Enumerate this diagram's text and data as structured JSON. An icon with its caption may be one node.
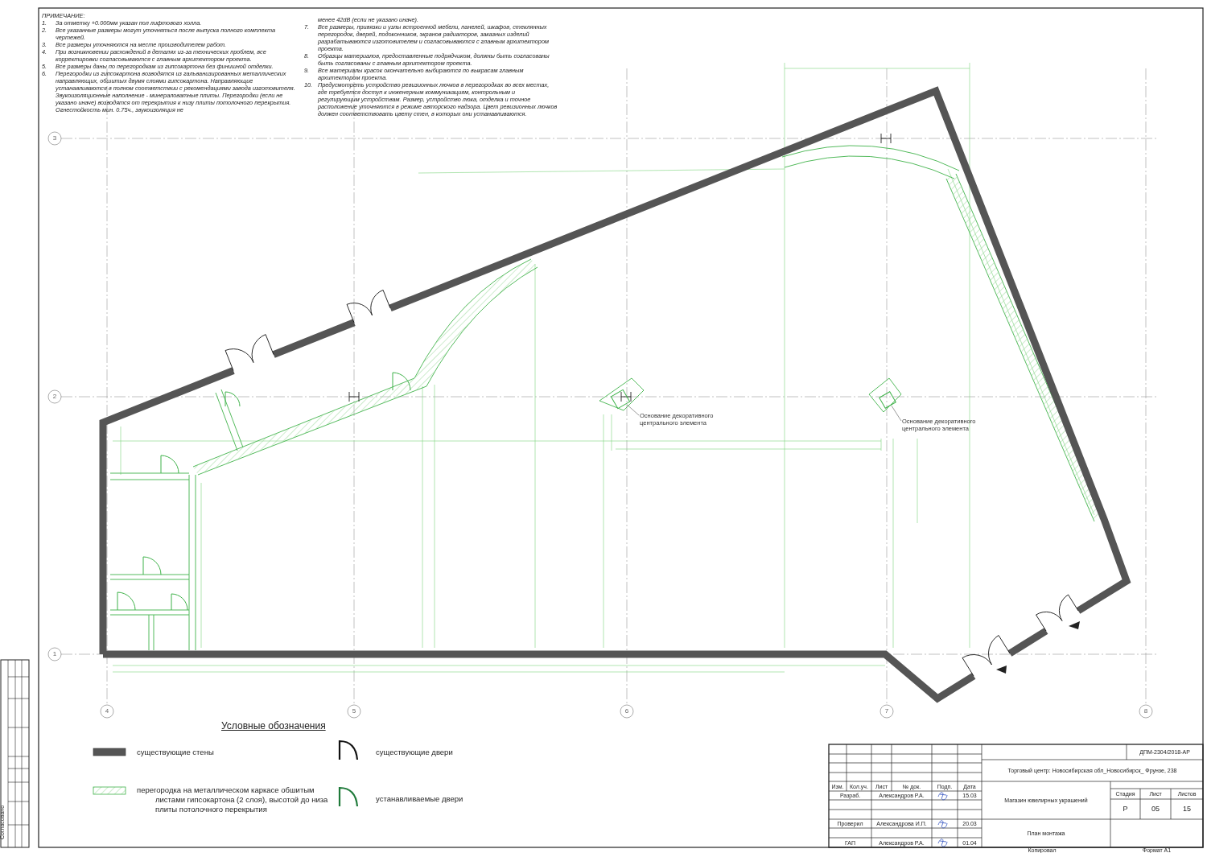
{
  "diagram": {
    "nodes": [
      {
        "text": [
          "Основание декоративного центрального элемента"
        ]
      },
      {
        "text": [],
        "shape": "box"
      },
      {
        "text": [
          "Основание декоративного центрального элемента"
        ]
      },
      {
        "text": [],
        "shape": "box"
      }
    ],
    "edges": [
      {
        "from": 0,
        "to": 1,
        "arrow": "none"
      },
      {
        "from": 2,
        "to": 3,
        "arrow": "none"
      }
    ],
    "labels": [
      "ПРИМЕЧАНИЕ:",
      "1.",
      "За отметку +0.000мм указан пол лифтового холла.",
      "2.",
      "Все указанные размеры могут уточняться после выпуска полного комплекта чертежей.",
      "3.",
      "Все размеры уточняются на месте производителем работ.",
      "4.",
      "При возникновении расхождений в деталях из-за технических проблем, все корректировки согласовываются с главным архитектором проекта.",
      "5.",
      "Все размеры даны по перегородкам из гипсокартона без финишной отделки.",
      "6.",
      "Перегородки из гипсокартона возводятся из гальванизированных металлических направляющих, обшитых двумя слоями гипсокартона. Направляющие устанавливаются в полном соответствии с рекомендациями завода изготовителя. Звукоизоляционные наполнение - минераловатные плиты. Перегородки (если не указано иначе) возводятся от перекрытия к низу плиты потолочного перекрытия. Огнестойкость мин. 0.75ч., звукоизоляция не",
      "менее 42dB (если не указано иначе).",
      "7.",
      "Все размеры, привязки и узлы встроенной мебели, панелей, шкафов, стеклянных перегородок, дверей, подоконников, экранов радиаторов, заказных изделий разрабатываются изготовителем и согласовываются с главным архитектором проекта.",
      "8.",
      "Образцы материалов, предоставленные подрядчиком, должны быть согласованы быть согласованы с главным архитектором проекта.",
      "9.",
      "Все материалы красок окончательно выбираются по выкрасам главным архитектором проекта.",
      "10.",
      "Предусмотреть устройство ревизионных лючков в перегородках во всех местах, где требуется доступ к инженерным коммуникациям, контрольным и регулирующим устройствам. Размер, устройство люка, отделка и точное расположение уточняются в режиме авторского надзора. Цвет ревизионных лючков должен соответствовать цвету стен, в которых они устанавливаются.",
      "3",
      "2",
      "1",
      "4",
      "5",
      "6",
      "7",
      "8",
      "Условные обозначения",
      "ДПМ-2304/2018-АР",
      "Торговый центр: Новосибирская обл_Новосибирск_ Фрунзе, 238",
      "Изм.",
      "Кол.уч.",
      "Лист",
      "№ док.",
      "Подп.",
      "Дата",
      "Разраб.",
      "Александров Р.А.",
      "15.03",
      "Магазин ювелирных украшений",
      "Стадия",
      "Лист",
      "Листов",
      "Р",
      "05",
      "15",
      "Проверил",
      "Александрова И.П.",
      "20.03",
      "План монтажа",
      "ГАП",
      "Александров Р.А.",
      "01.04",
      "Копировал",
      "Формат А1",
      "Согласовано"
    ],
    "legend": [
      {
        "text": "существующие стены",
        "color": "#555555"
      },
      {
        "text": "существующие двери"
      },
      {
        "text": "перегородка на металлическом каркасе обшитым листами гипсокартона (2 слоя), высотой до низа плиты потолочного перекрытия"
      },
      {
        "text": "устанавливаемые двери"
      }
    ]
  }
}
